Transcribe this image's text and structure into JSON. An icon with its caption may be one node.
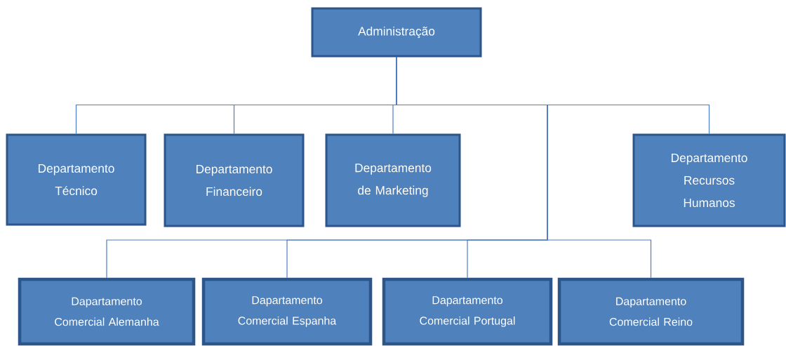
{
  "diagram": {
    "nodes": [
      {
        "text": [
          "Administração"
        ]
      },
      {
        "text": [
          "Departamento Técnico"
        ]
      },
      {
        "text": [
          "Departamento Financeiro"
        ]
      },
      {
        "text": [
          "Departamento de Marketing"
        ]
      },
      {
        "text": [
          "Departamento Recursos Humanos"
        ]
      },
      {
        "text": [
          "Dapartamento Comercial Alemanha"
        ]
      },
      {
        "text": [
          "Dapartamento Comercial Espanha"
        ]
      },
      {
        "text": [
          "Dapartamento Comercial Portugal"
        ]
      },
      {
        "text": [
          "Dapartamento Comercial Reino"
        ]
      }
    ],
    "edges": [
      {
        "from": 0,
        "to": 1,
        "arrow": "none"
      },
      {
        "from": 0,
        "to": 2,
        "arrow": "none"
      },
      {
        "from": 0,
        "to": 3,
        "arrow": "none"
      },
      {
        "from": 0,
        "to": 4,
        "arrow": "none"
      },
      {
        "from": 0,
        "to": 5,
        "arrow": "none"
      },
      {
        "from": 0,
        "to": 6,
        "arrow": "none"
      },
      {
        "from": 0,
        "to": 7,
        "arrow": "none"
      },
      {
        "from": 0,
        "to": 8,
        "arrow": "none"
      }
    ]
  }
}
